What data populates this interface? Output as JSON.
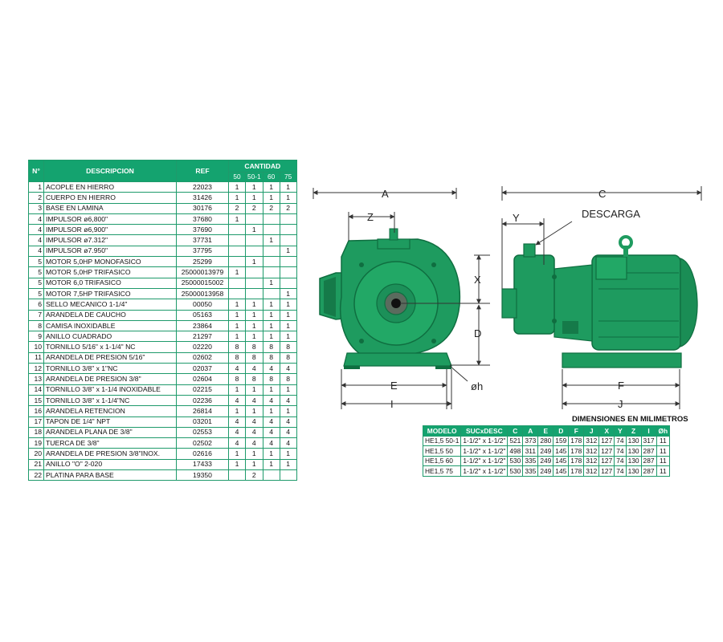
{
  "parts_table": {
    "headers": {
      "num": "N°",
      "desc": "DESCRIPCION",
      "ref": "REF",
      "qty": "CANTIDAD"
    },
    "qty_cols": [
      "50",
      "50-1",
      "60",
      "75"
    ],
    "rows": [
      {
        "n": "1",
        "d": "ACOPLE EN HIERRO",
        "r": "22023",
        "q": [
          "1",
          "1",
          "1",
          "1"
        ]
      },
      {
        "n": "2",
        "d": "CUERPO EN HIERRO",
        "r": "31426",
        "q": [
          "1",
          "1",
          "1",
          "1"
        ]
      },
      {
        "n": "3",
        "d": "BASE EN LAMINA",
        "r": "30176",
        "q": [
          "2",
          "2",
          "2",
          "2"
        ]
      },
      {
        "n": "4",
        "d": "IMPULSOR ø6,800\"",
        "r": "37680",
        "q": [
          "1",
          "",
          "",
          ""
        ]
      },
      {
        "n": "4",
        "d": "IMPULSOR ø6,900\"",
        "r": "37690",
        "q": [
          "",
          "1",
          "",
          ""
        ]
      },
      {
        "n": "4",
        "d": "IMPULSOR ø7.312\"",
        "r": "37731",
        "q": [
          "",
          "",
          "1",
          ""
        ]
      },
      {
        "n": "4",
        "d": "IMPULSOR ø7.950\"",
        "r": "37795",
        "q": [
          "",
          "",
          "",
          "1"
        ]
      },
      {
        "n": "5",
        "d": "MOTOR 5,0HP MONOFASICO",
        "r": "25299",
        "q": [
          "",
          "1",
          "",
          ""
        ]
      },
      {
        "n": "5",
        "d": "MOTOR 5,0HP TRIFASICO",
        "r": "25000013979",
        "q": [
          "1",
          "",
          "",
          ""
        ]
      },
      {
        "n": "5",
        "d": "MOTOR 6,0 TRIFASICO",
        "r": "25000015002",
        "q": [
          "",
          "",
          "1",
          ""
        ]
      },
      {
        "n": "5",
        "d": "MOTOR 7,5HP TRIFASICO",
        "r": "25000013958",
        "q": [
          "",
          "",
          "",
          "1"
        ]
      },
      {
        "n": "6",
        "d": "SELLO MECANICO 1-1/4\"",
        "r": "00050",
        "q": [
          "1",
          "1",
          "1",
          "1"
        ]
      },
      {
        "n": "7",
        "d": "ARANDELA DE CAUCHO",
        "r": "05163",
        "q": [
          "1",
          "1",
          "1",
          "1"
        ]
      },
      {
        "n": "8",
        "d": "CAMISA  INOXIDABLE",
        "r": "23864",
        "q": [
          "1",
          "1",
          "1",
          "1"
        ]
      },
      {
        "n": "9",
        "d": "ANILLO CUADRADO",
        "r": "21297",
        "q": [
          "1",
          "1",
          "1",
          "1"
        ]
      },
      {
        "n": "10",
        "d": "TORNILLO 5/16\" x 1-1/4\" NC",
        "r": "02220",
        "q": [
          "8",
          "8",
          "8",
          "8"
        ]
      },
      {
        "n": "11",
        "d": "ARANDELA DE PRESION 5/16\"",
        "r": "02602",
        "q": [
          "8",
          "8",
          "8",
          "8"
        ]
      },
      {
        "n": "12",
        "d": "TORNILLO 3/8\" x 1\"NC",
        "r": "02037",
        "q": [
          "4",
          "4",
          "4",
          "4"
        ]
      },
      {
        "n": "13",
        "d": "ARANDELA DE PRESION 3/8\"",
        "r": "02604",
        "q": [
          "8",
          "8",
          "8",
          "8"
        ]
      },
      {
        "n": "14",
        "d": "TORNILLO 3/8\" x 1-1/4 INOXIDABLE",
        "r": "02215",
        "q": [
          "1",
          "1",
          "1",
          "1"
        ]
      },
      {
        "n": "15",
        "d": "TORNILLO 3/8\" x 1-1/4\"NC",
        "r": "02236",
        "q": [
          "4",
          "4",
          "4",
          "4"
        ]
      },
      {
        "n": "16",
        "d": "ARANDELA RETENCION",
        "r": "26814",
        "q": [
          "1",
          "1",
          "1",
          "1"
        ]
      },
      {
        "n": "17",
        "d": "TAPON DE 1/4\" NPT",
        "r": "03201",
        "q": [
          "4",
          "4",
          "4",
          "4"
        ]
      },
      {
        "n": "18",
        "d": "ARANDELA PLANA DE 3/8\"",
        "r": "02553",
        "q": [
          "4",
          "4",
          "4",
          "4"
        ]
      },
      {
        "n": "19",
        "d": "TUERCA DE 3/8\"",
        "r": "02502",
        "q": [
          "4",
          "4",
          "4",
          "4"
        ]
      },
      {
        "n": "20",
        "d": "ARANDELA DE PRESION 3/8\"INOX.",
        "r": "02616",
        "q": [
          "1",
          "1",
          "1",
          "1"
        ]
      },
      {
        "n": "21",
        "d": "ANILLO \"O\" 2-020",
        "r": "17433",
        "q": [
          "1",
          "1",
          "1",
          "1"
        ]
      },
      {
        "n": "22",
        "d": "PLATINA PARA BASE",
        "r": "19350",
        "q": [
          "",
          "2",
          "",
          ""
        ]
      }
    ]
  },
  "diagram": {
    "labels": {
      "A": "A",
      "Z": "Z",
      "X": "X",
      "D": "D",
      "E": "E",
      "I": "I",
      "oh": "øh",
      "C": "C",
      "Y": "Y",
      "F": "F",
      "J": "J",
      "descarga": "DESCARGA"
    },
    "colors": {
      "pump": "#1e9b5f",
      "pump_dark": "#0f6e40",
      "line": "#333333"
    }
  },
  "dimensions": {
    "title": "DIMENSIONES EN MILIMETROS",
    "headers": [
      "MODELO",
      "SUCxDESC",
      "C",
      "A",
      "E",
      "D",
      "F",
      "J",
      "X",
      "Y",
      "Z",
      "I",
      "Øh"
    ],
    "rows": [
      [
        "HE1,5 50-1",
        "1-1/2\" x 1-1/2\"",
        "521",
        "373",
        "280",
        "159",
        "178",
        "312",
        "127",
        "74",
        "130",
        "317",
        "11"
      ],
      [
        "HE1,5 50",
        "1-1/2\" x 1-1/2\"",
        "498",
        "311",
        "249",
        "145",
        "178",
        "312",
        "127",
        "74",
        "130",
        "287",
        "11"
      ],
      [
        "HE1,5 60",
        "1-1/2\" x 1-1/2\"",
        "530",
        "335",
        "249",
        "145",
        "178",
        "312",
        "127",
        "74",
        "130",
        "287",
        "11"
      ],
      [
        "HE1,5 75",
        "1-1/2\" x 1-1/2\"",
        "530",
        "335",
        "249",
        "145",
        "178",
        "312",
        "127",
        "74",
        "130",
        "287",
        "11"
      ]
    ]
  }
}
